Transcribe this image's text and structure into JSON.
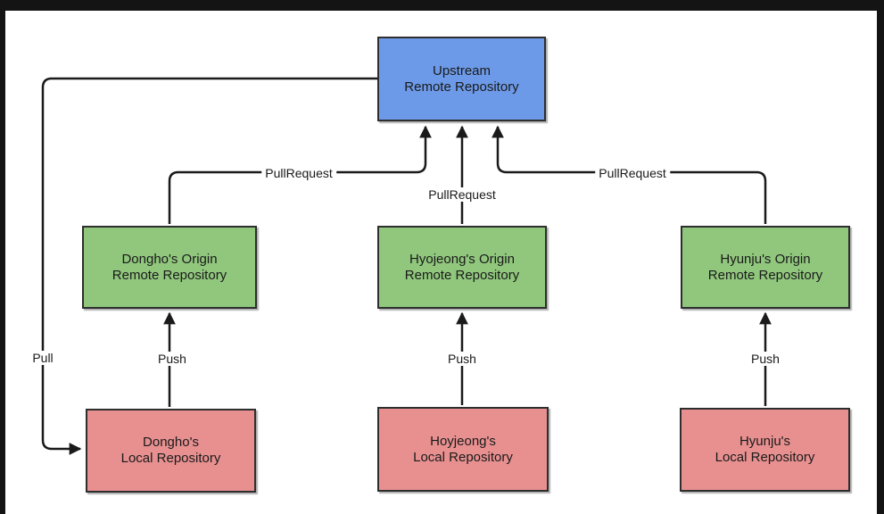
{
  "diagram": {
    "description": "Git workflow diagram with upstream remote repository, per-user origin remote repositories and local repositories",
    "colors": {
      "upstream_fill": "#6D9AE8",
      "origin_fill": "#90C77D",
      "local_fill": "#E89090",
      "node_border": "#2e2e2e",
      "edge_line": "#1a1a1a",
      "frame": "#141414",
      "canvas": "#ffffff"
    },
    "nodes": {
      "upstream": {
        "line1": "Upstream",
        "line2": "Remote Repository"
      },
      "origin_dongho": {
        "line1": "Dongho's Origin",
        "line2": "Remote Repository"
      },
      "origin_hyojeong": {
        "line1": "Hyojeong's Origin",
        "line2": "Remote Repository"
      },
      "origin_hyunju": {
        "line1": "Hyunju's Origin",
        "line2": "Remote Repository"
      },
      "local_dongho": {
        "line1": "Dongho's",
        "line2": "Local Repository"
      },
      "local_hoyjeong": {
        "line1": "Hoyjeong's",
        "line2": "Local Repository"
      },
      "local_hyunju": {
        "line1": "Hyunju's",
        "line2": "Local Repository"
      }
    },
    "labels": {
      "pull": "Pull",
      "push": "Push",
      "pull_request": "PullRequest"
    }
  }
}
